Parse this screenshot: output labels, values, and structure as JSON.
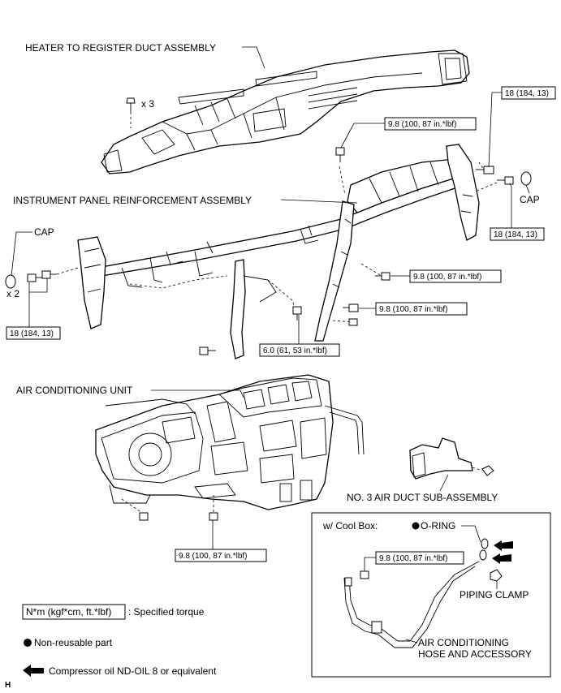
{
  "labels": {
    "heater_duct": "HEATER TO REGISTER DUCT ASSEMBLY",
    "x3": "x 3",
    "ip_reinforcement": "INSTRUMENT PANEL REINFORCEMENT ASSEMBLY",
    "cap_left": "CAP",
    "x2": "x 2",
    "cap_right": "CAP",
    "ac_unit": "AIR CONDITIONING UNIT",
    "no3_duct": "NO. 3 AIR DUCT SUB-ASSEMBLY",
    "cool_box": "w/ Cool Box:",
    "o_ring": "O-RING",
    "piping_clamp": "PIPING CLAMP",
    "ac_hose_line1": "AIR CONDITIONING",
    "ac_hose_line2": "HOSE AND ACCESSORY",
    "figure_code": "H"
  },
  "torques": {
    "t18_top": "18 (184, 13)",
    "t98_top": "9.8 (100, 87 in.*lbf)",
    "t18_right": "18 (184, 13)",
    "t18_left": "18 (184, 13)",
    "t98_mid1": "9.8 (100, 87 in.*lbf)",
    "t98_mid2": "9.8 (100, 87 in.*lbf)",
    "t60": "6.0 (61, 53 in.*lbf)",
    "t98_ac": "9.8 (100, 87 in.*lbf)",
    "t98_coolbox": "9.8 (100, 87 in.*lbf)"
  },
  "legend": {
    "torque_unit": "N*m (kgf*cm, ft.*lbf)",
    "torque_desc": ": Specified torque",
    "nonreusable": "Non-reusable part",
    "compressor_oil": "Compressor oil ND-OIL 8 or equivalent"
  }
}
